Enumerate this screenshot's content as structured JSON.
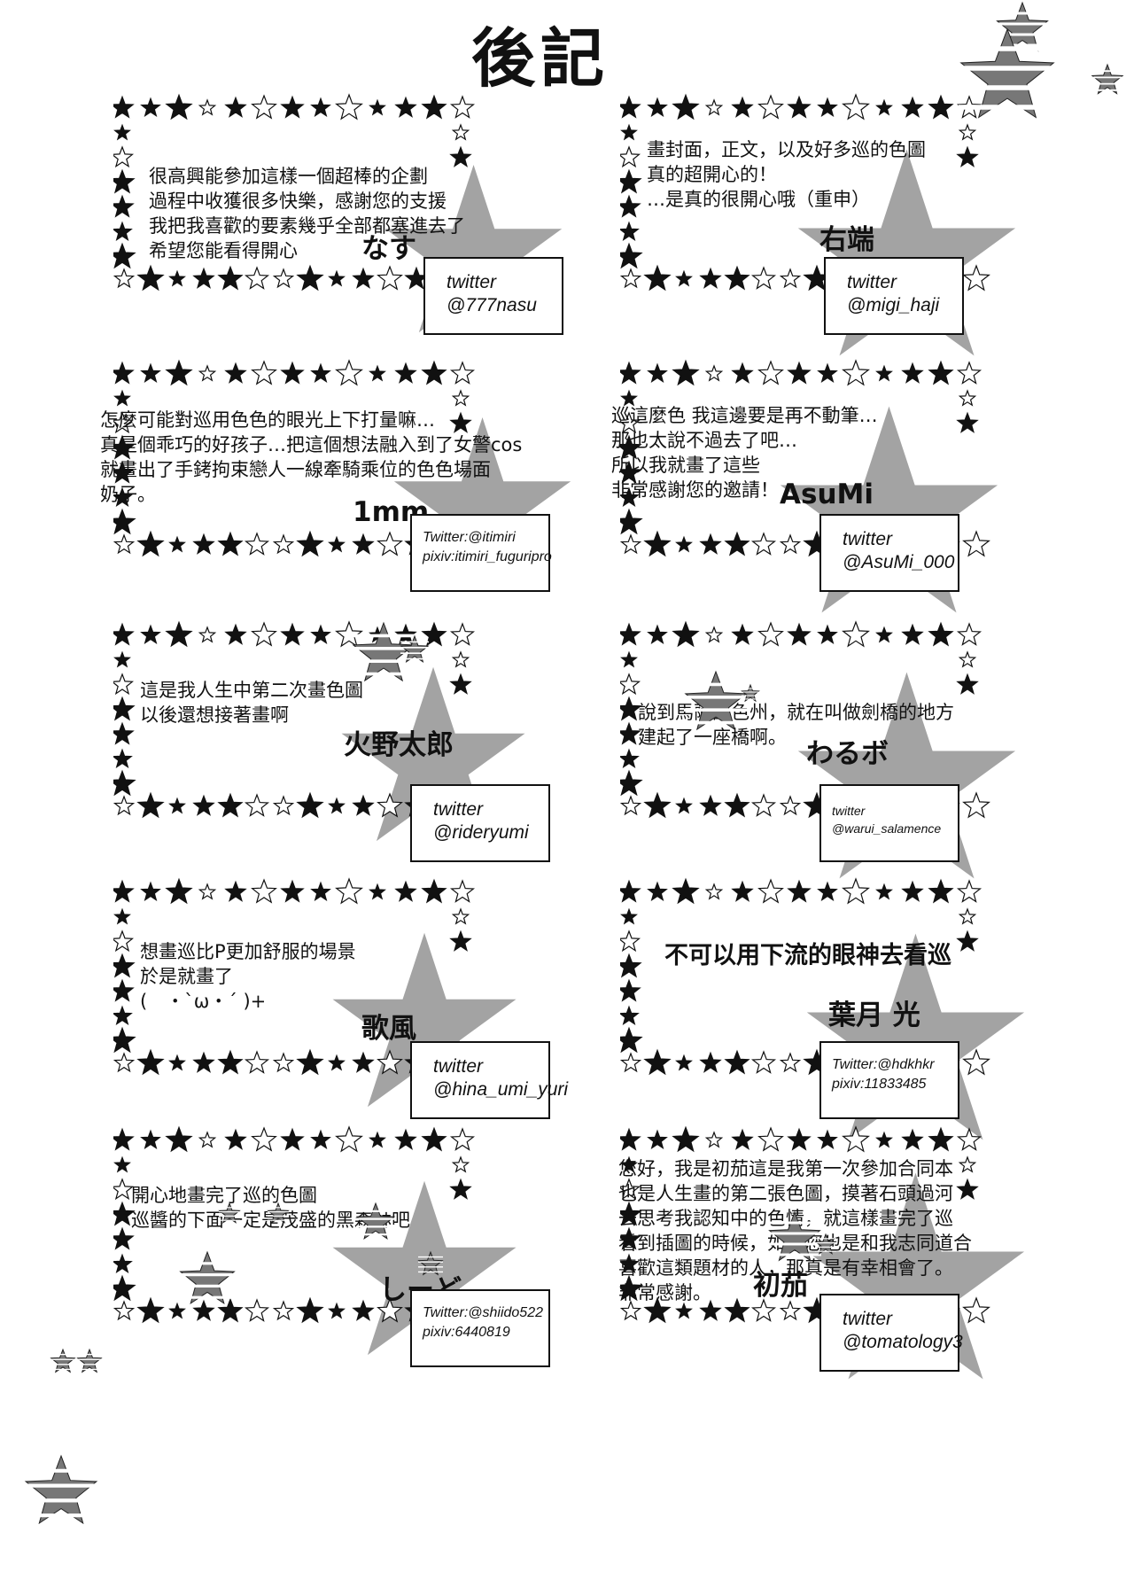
{
  "page": {
    "title": "後記",
    "colors": {
      "ink": "#111111",
      "blob": "#a3a3a3",
      "background": "#ffffff"
    },
    "decoration_icons": [
      "star-icon",
      "flag-star-icon"
    ]
  },
  "panels": [
    {
      "message": "很高興能參加這樣一個超棒的企劃\n過程中收獲很多快樂，感謝您的支援\n我把我喜歡的要素幾乎全部都塞進去了\n希望您能看得開心",
      "author": "なす",
      "contact": [
        "twitter",
        "@777nasu"
      ]
    },
    {
      "message": "畫封面，正文，以及好多巡的色圖\n真的超開心的！\n…是真的很開心哦（重申）",
      "author": "右端",
      "contact": [
        "twitter",
        "@migi_haji"
      ]
    },
    {
      "message": "怎麼可能對巡用色色的眼光上下打量嘛…\n真是個乖巧的好孩子…把這個想法融入到了女警cos\n就畫出了手銬拘束戀人一線牽騎乘位的色色場面\n奶子。",
      "author": "1mm",
      "contact": [
        "Twitter:@itimiri",
        "pixiv:itimiri_fuguripro"
      ]
    },
    {
      "message": "巡這麼色 我這邊要是再不動筆…\n那也太說不過去了吧…\n所以我就畫了這些\n非常感謝您的邀請！",
      "author": "AsuMi",
      "contact": [
        "twitter",
        "@AsuMi_000"
      ]
    },
    {
      "message": "這是我人生中第二次畫色圖\n以後還想接著畫啊",
      "author": "火野太郎",
      "contact": [
        "twitter",
        "@rideryumi"
      ]
    },
    {
      "message": "說到馬薩諸色州，就在叫做劍橋的地方\n建起了一座橋啊。",
      "author": "わるボ",
      "contact": [
        "twitter",
        "@warui_salamence"
      ]
    },
    {
      "message": "想畫巡比P更加舒服的場景\n於是就畫了\n(　・`ω・´ )+",
      "author": "歌風",
      "contact": [
        "twitter",
        "@hina_umi_yuri"
      ]
    },
    {
      "message": "不可以用下流的眼神去看巡",
      "author": "葉月 光",
      "contact": [
        "Twitter:@hdkhkr",
        "pixiv:11833485"
      ]
    },
    {
      "message": "開心地畫完了巡的色圖\n巡醬的下面一定是茂盛的黑森林吧",
      "author": "しーど",
      "contact": [
        "Twitter:@shiido522",
        "pixiv:6440819"
      ]
    },
    {
      "message": "您好，我是初茄這是我第一次參加合同本\n也是人生畫的第二張色圖，摸著石頭過河\n去思考我認知中的色情，就這樣畫完了巡\n看到插圖的時候，如果您也是和我志同道合\n喜歡這類題材的人，那真是有幸相會了。\n非常感謝。",
      "author": "初茄",
      "contact": [
        "twitter",
        "@tomatology3"
      ]
    }
  ]
}
